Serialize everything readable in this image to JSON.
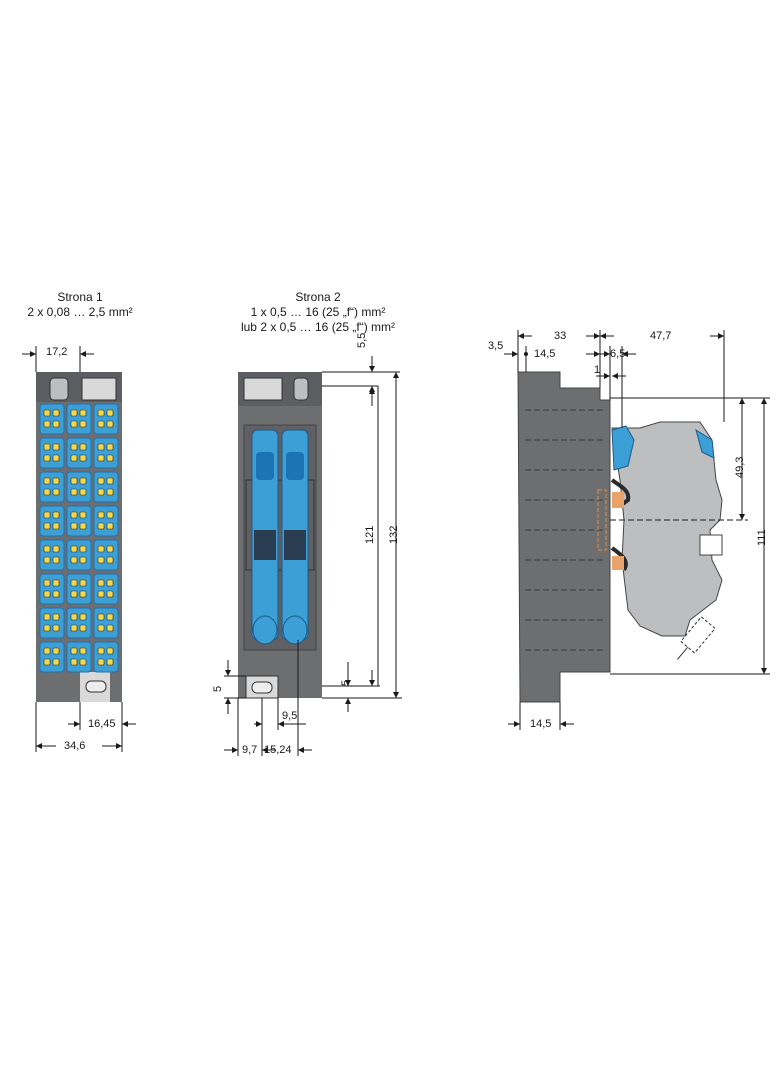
{
  "views": {
    "side1": {
      "title": "Strona 1",
      "spec": "2 x 0,08 … 2,5 mm²",
      "dims": {
        "top_width": "17,2",
        "bottom_offset": "16,45",
        "total_width": "34,6"
      }
    },
    "side2": {
      "title": "Strona 2",
      "spec1": "1 x 0,5 … 16 (25 „f“) mm²",
      "spec2": "lub 2 x 0,5 … 16 (25 „f“) mm²",
      "dims": {
        "top_gap": "5,5",
        "inner_height": "121",
        "total_height": "132",
        "left_small": "5",
        "right_small": "5",
        "pitch": "9,5",
        "offset_left": "9,7",
        "offset_right": "15,24"
      }
    },
    "side_profile": {
      "dims": {
        "d_3_5": "3,5",
        "d_33": "33",
        "d_47_7": "47,7",
        "d_14_5_top": "14,5",
        "d_6_5": "6,5",
        "d_1": "1",
        "d_49_3": "49,3",
        "d_111": "111",
        "d_14_5_bottom": "14,5"
      }
    }
  },
  "colors": {
    "housing": "#6d6e70",
    "housing_dark": "#505154",
    "terminal_blue": "#3c9fd6",
    "terminal_dark_blue": "#1e73b4",
    "clamp_yellow": "#f2d84a",
    "profile_grey": "#bdbec0",
    "line": "#1a1a1a"
  }
}
